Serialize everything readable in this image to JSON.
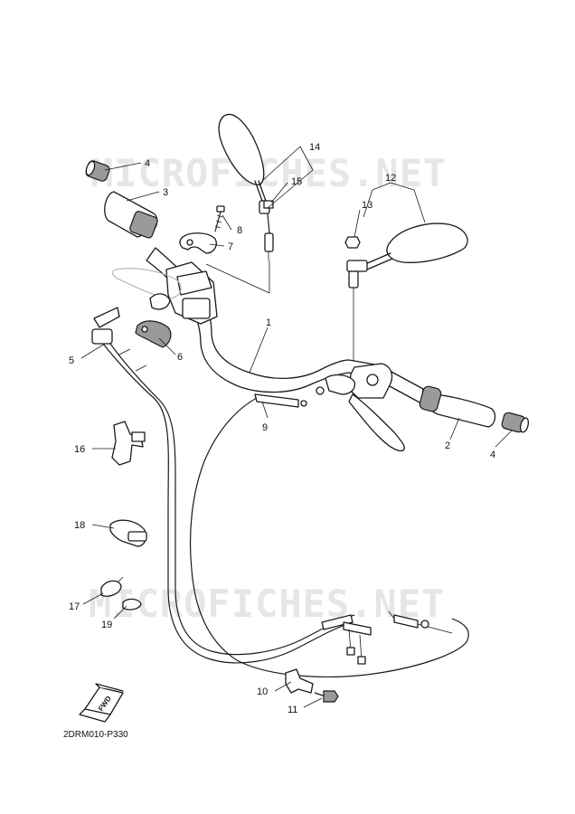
{
  "watermarks": {
    "top": "MICROFICHES.NET",
    "bottom": "MICROFICHES.NET"
  },
  "callouts": {
    "c1": "1",
    "c2": "2",
    "c3": "3",
    "c4a": "4",
    "c4b": "4",
    "c5": "5",
    "c6": "6",
    "c7": "7",
    "c8": "8",
    "c9": "9",
    "c10": "10",
    "c11": "11",
    "c12": "12",
    "c13": "13",
    "c14": "14",
    "c15": "15",
    "c16": "16",
    "c17": "17",
    "c18": "18",
    "c19": "19"
  },
  "fwd_label": "FWD",
  "diagram_code": "2DRM010-P330",
  "colors": {
    "line": "#1a1a1a",
    "shade": "#9a9a9a",
    "watermark": "#d2d2d2",
    "background": "#ffffff"
  }
}
